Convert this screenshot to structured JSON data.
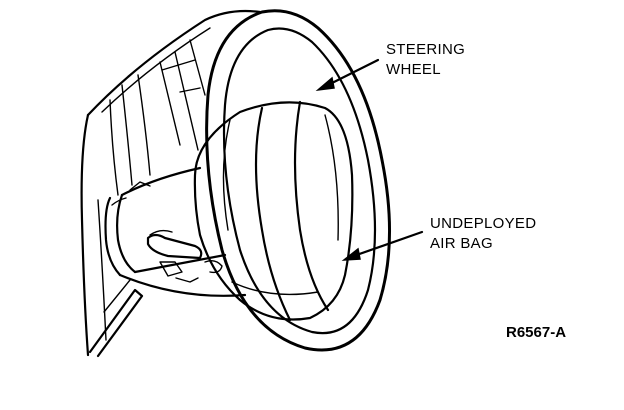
{
  "labels": {
    "steering_wheel_line1": "STEERING",
    "steering_wheel_line2": "WHEEL",
    "air_bag_line1": "UNDEPLOYED",
    "air_bag_line2": "AIR BAG"
  },
  "figure_code": "R6567-A"
}
